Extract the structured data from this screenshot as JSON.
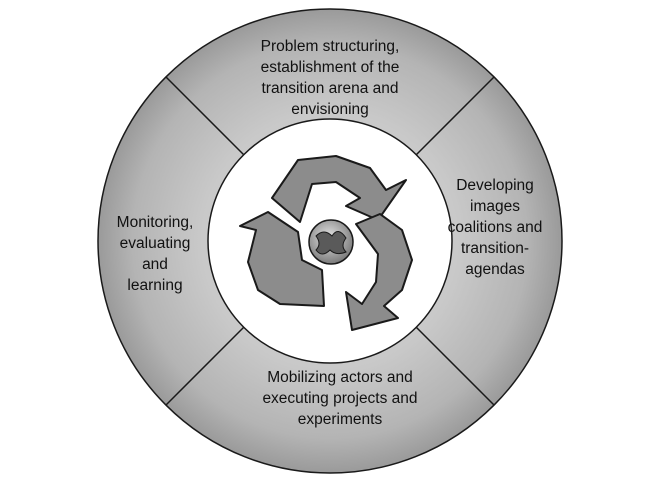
{
  "cycle": {
    "phases": [
      {
        "key": "top",
        "label": "Problem structuring,\nestablishment of the\ntransition arena and\nenvisioning"
      },
      {
        "key": "right",
        "label": "Developing\nimages\ncoalitions and\ntransition-\nagendas"
      },
      {
        "key": "bottom",
        "label": "Mobilizing actors and\nexecuting projects and\nexperiments"
      },
      {
        "key": "left",
        "label": "Monitoring,\nevaluating\nand\nlearning"
      }
    ],
    "center_icon": "recycle-arrows-icon",
    "center_emblem": "globe-emblem-icon"
  },
  "colors": {
    "ring": "#bdbdbd",
    "ring_dark": "#8f8f8f",
    "outline": "#1a1a1a",
    "arrow_fill": "#8c8c8c",
    "center_bg": "#ffffff"
  }
}
